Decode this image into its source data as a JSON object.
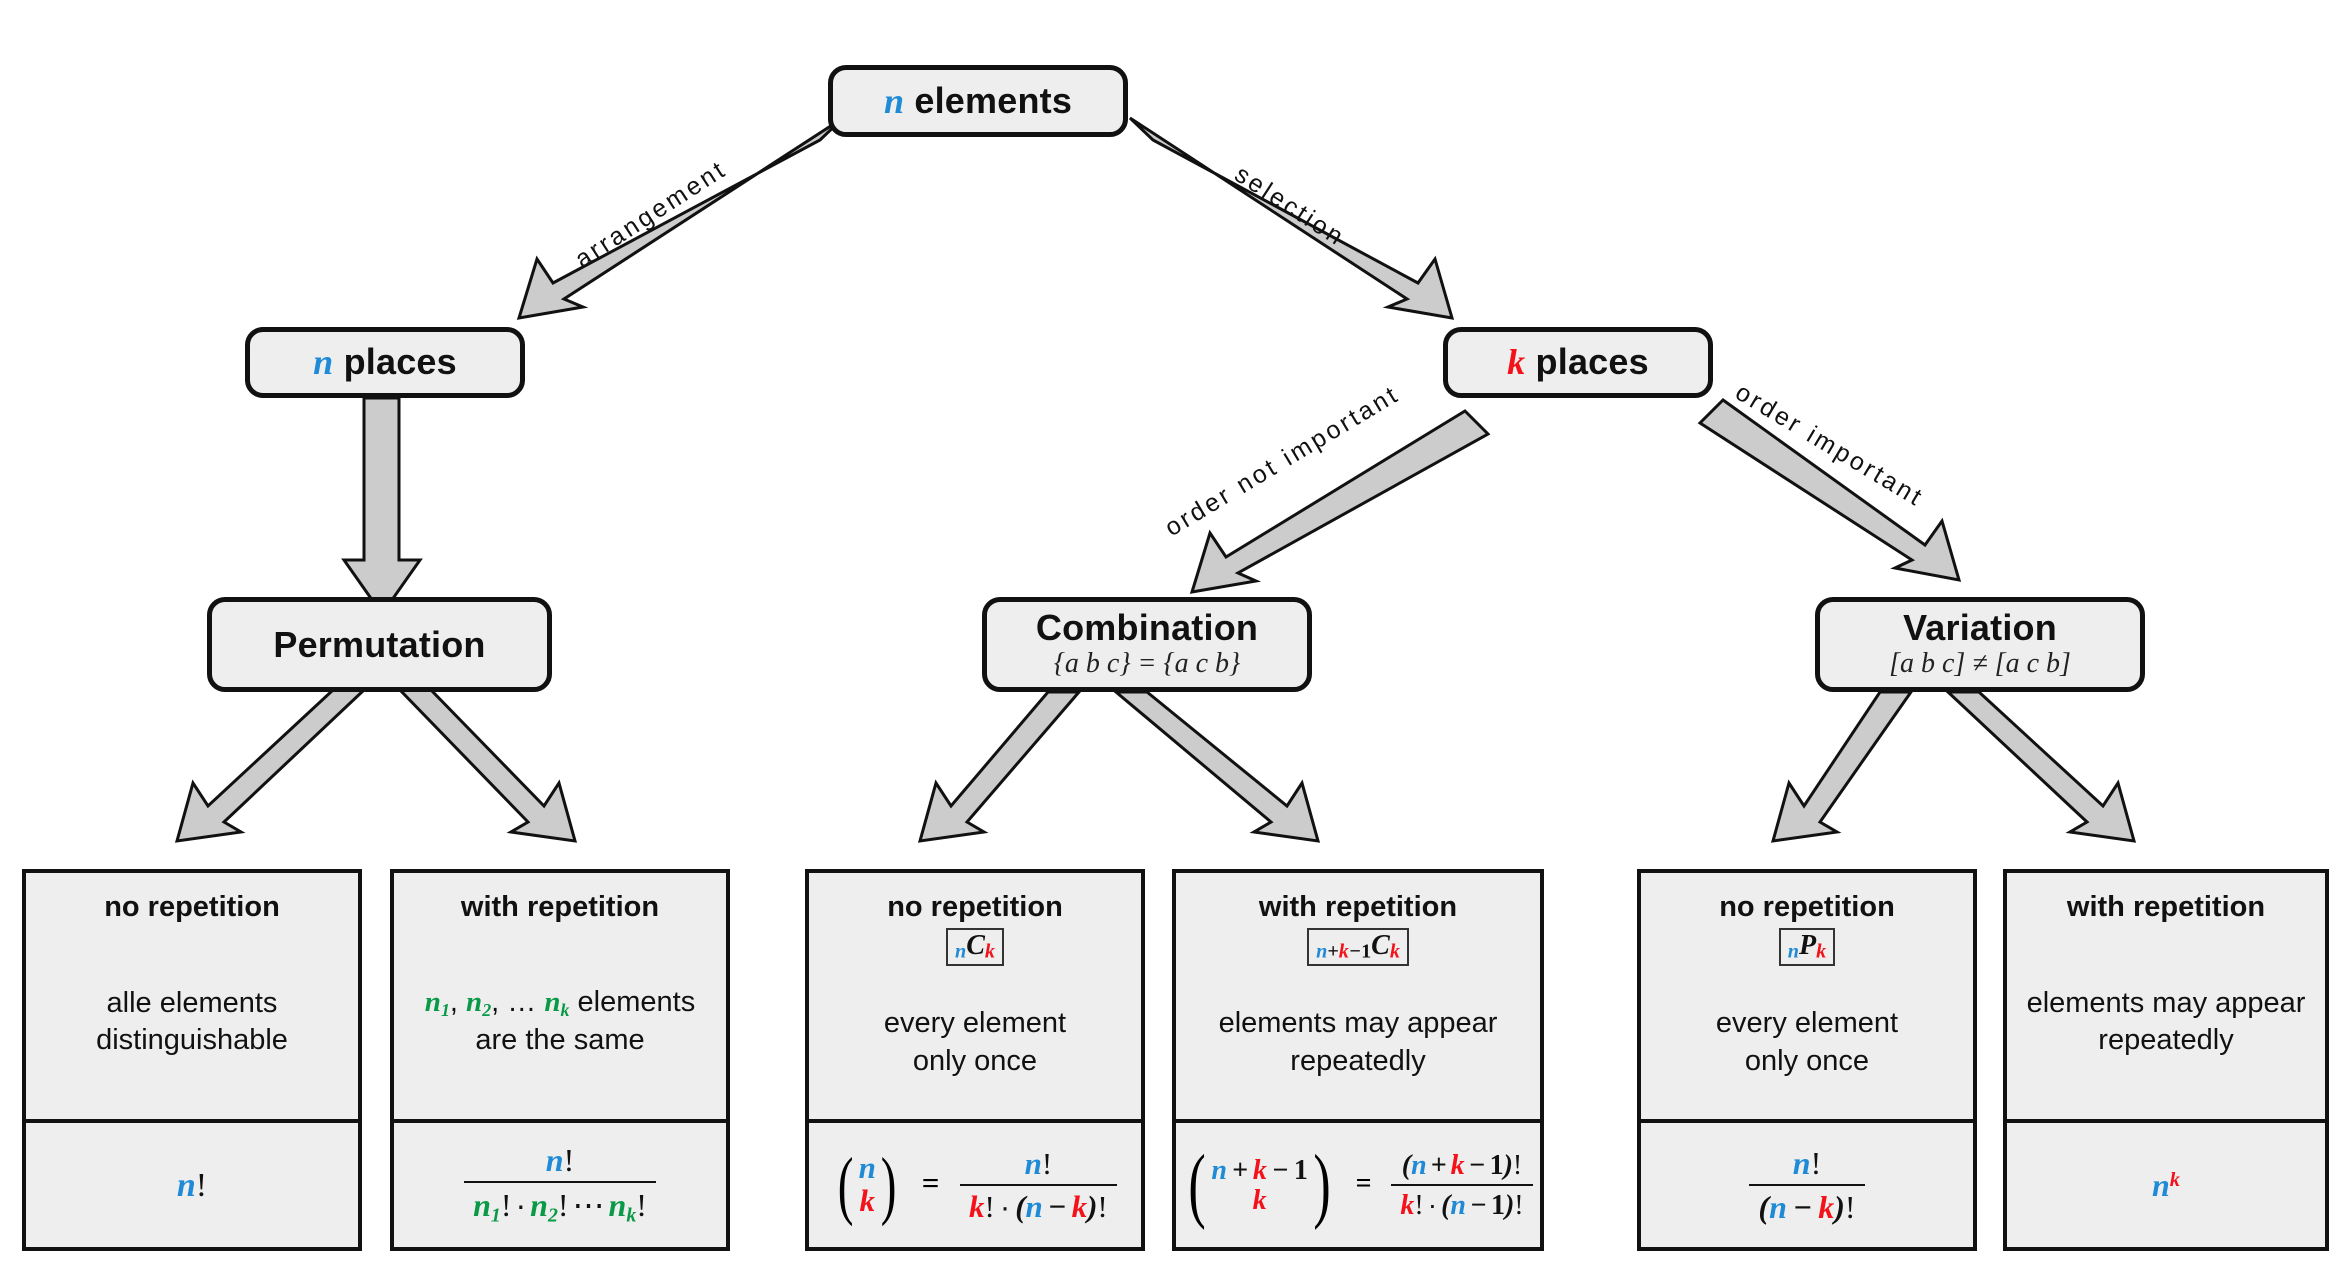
{
  "diagram": {
    "title": "Combinatorics overview",
    "colors": {
      "n_color": "#1f8ad6",
      "k_color": "#f4121a",
      "repeat_color": "#0a9a47",
      "node_fill": "#eeeeee",
      "node_border": "#111111",
      "arrow_fill": "#cccccc",
      "arrow_stroke": "#111111",
      "background": "#ffffff"
    }
  },
  "nodes": {
    "root": {
      "symbol": "n",
      "title_rest": " elements"
    },
    "n_places": {
      "symbol": "n",
      "title_rest": " places"
    },
    "k_places": {
      "symbol": "k",
      "title_rest": " places"
    },
    "permutation": {
      "title": "Permutation",
      "subtitle": ""
    },
    "combination": {
      "title": "Combination",
      "subtitle": "{a b c} = {a c b}"
    },
    "variation": {
      "title": "Variation",
      "subtitle": "[a b c] ≠ [a c b]"
    }
  },
  "edge_labels": {
    "arrangement": "arrangement",
    "selection": "selection",
    "order_not_important": "order not important",
    "order_important": "order important"
  },
  "leaves": [
    {
      "id": "permutation-no-repetition",
      "heading": "no repetition",
      "symbol": "",
      "description_lines": [
        "alle elements",
        "distinguishable"
      ],
      "formula_text": "n!"
    },
    {
      "id": "permutation-with-repetition",
      "heading": "with repetition",
      "symbol": "",
      "description_lines": [
        "n₁, n₂, … nₖ elements",
        "are the same"
      ],
      "formula_text": "n! / (n₁! · n₂! ⋯ nₖ!)"
    },
    {
      "id": "combination-no-repetition",
      "heading": "no repetition",
      "symbol": "nCk",
      "description_lines": [
        "every element",
        "only once"
      ],
      "formula_text": "(n choose k) = n! / (k! · (n − k)!)"
    },
    {
      "id": "combination-with-repetition",
      "heading": "with repetition",
      "symbol": "n+k−1Ck",
      "description_lines": [
        "elements may appear",
        "repeatedly"
      ],
      "formula_text": "(n+k−1 choose k) = (n + k − 1)! / (k! · (n − 1)!)"
    },
    {
      "id": "variation-no-repetition",
      "heading": "no repetition",
      "symbol": "nPk",
      "description_lines": [
        "every element",
        "only once"
      ],
      "formula_text": "n! / (n − k)!"
    },
    {
      "id": "variation-with-repetition",
      "heading": "with repetition",
      "symbol": "",
      "description_lines": [
        "elements may appear",
        "repeatedly"
      ],
      "formula_text": "n^k"
    }
  ],
  "text": {
    "n": "n",
    "k": "k",
    "C": "C",
    "P": "P",
    "elements_word": "elements",
    "places_word": "places",
    "bang": "!",
    "dot": "·",
    "minus": "−",
    "plus": "+",
    "one": "1",
    "ellipsis": "⋯",
    "eq": "=",
    "lparen": "(",
    "rparen": ")",
    "comma_ell": ", … ",
    "comma": ", ",
    "sub1": "1",
    "sub2": "2"
  }
}
